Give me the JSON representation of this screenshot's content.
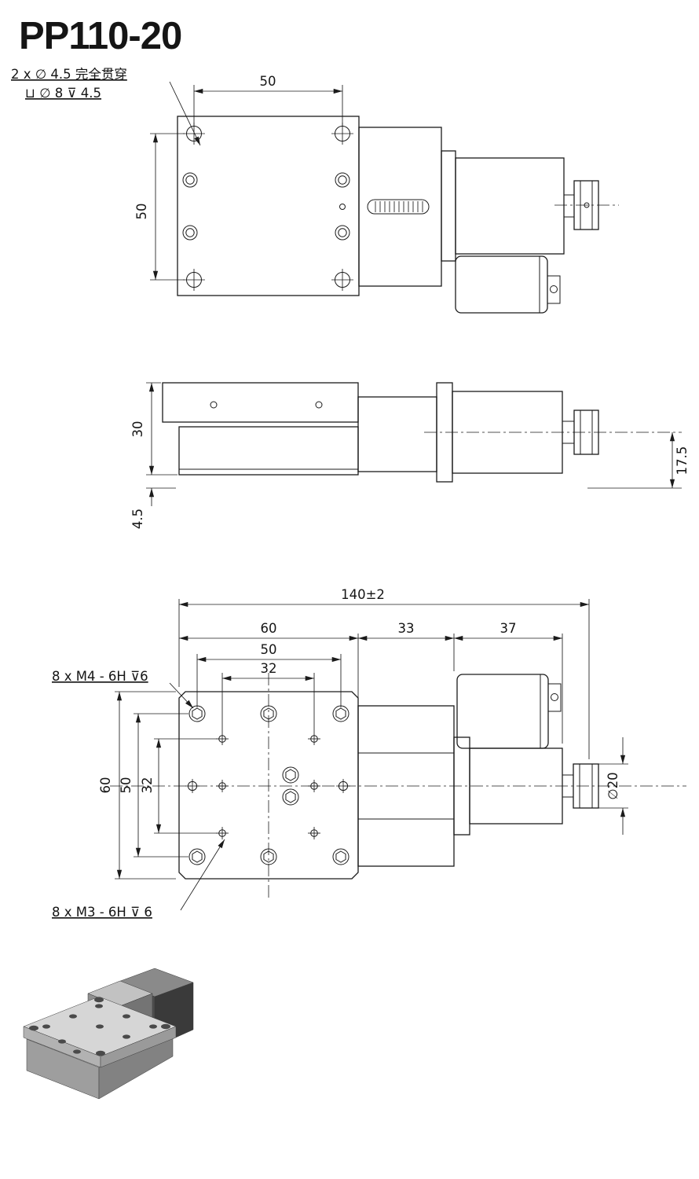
{
  "title": "PP110-20",
  "top_view": {
    "note_line1": "2 x ∅ 4.5 完全贯穿",
    "note_line2": "⊔ ∅ 8  ⊽ 4.5",
    "dim_top": "50",
    "dim_left": "50"
  },
  "side_view": {
    "dim_height": "30",
    "dim_base": "4.5",
    "dim_axis_height": "17.5"
  },
  "front_view": {
    "dim_overall": "140±2",
    "dim_stage": "60",
    "dim_adapter": "33",
    "dim_motor": "37",
    "dim_h50": "50",
    "dim_h32": "32",
    "dim_v60": "60",
    "dim_v50": "50",
    "dim_v32": "32",
    "dim_coupling": "∅20",
    "note_m4": "8 x  M4 - 6H ⊽6",
    "note_m3": "8 x  M3 - 6H ⊽ 6"
  }
}
